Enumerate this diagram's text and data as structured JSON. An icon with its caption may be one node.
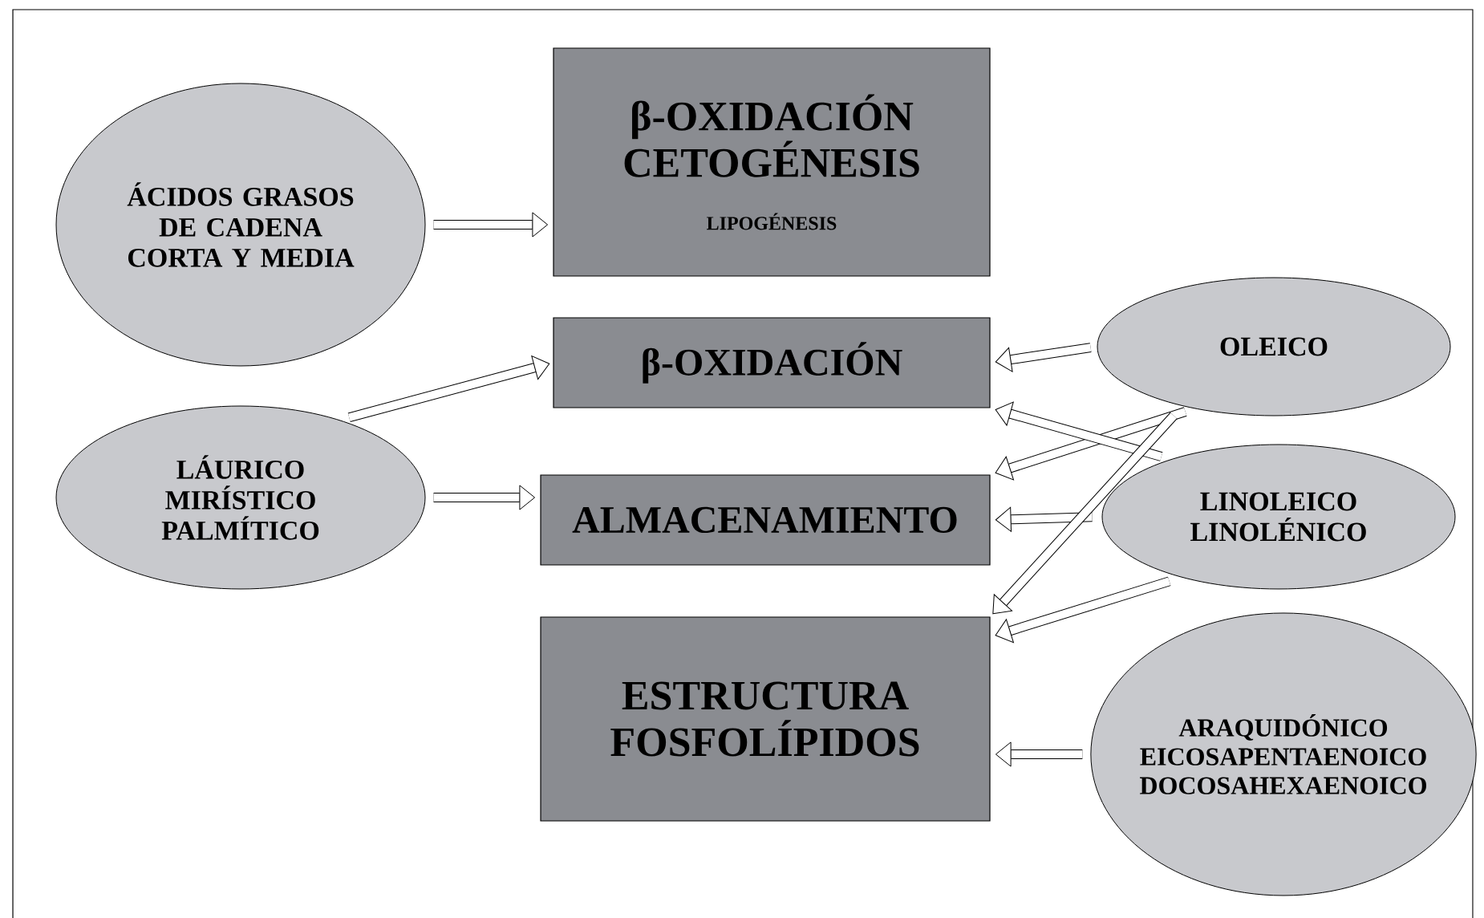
{
  "diagram": {
    "nodes": [
      {
        "text": [
          "ÁCIDOS GRASOS DE CADENA CORTA Y MEDIA"
        ]
      },
      {
        "text": [
          "β-OXIDACIÓN CETOGÉNESIS",
          "LIPOGÉNESIS"
        ]
      },
      {
        "text": [
          "β-OXIDACIÓN"
        ]
      },
      {
        "text": [
          "OLEICO"
        ]
      },
      {
        "text": [
          "LÁURICO MIRÍSTICO PALMÍTICO"
        ]
      },
      {
        "text": [
          "ALMACENAMIENTO"
        ]
      },
      {
        "text": [
          "LINOLEICO LINOLÉNICO"
        ]
      },
      {
        "text": [
          "ESTRUCTURA FOSFOLÍPIDOS"
        ]
      },
      {
        "text": [
          "ARAQUIDÓNICO EICOSAPENTAENOICO DOCOSAHEXAENOICO"
        ]
      }
    ],
    "edges": [
      {
        "from": 0,
        "to": 1,
        "arrow": "to"
      },
      {
        "from": 4,
        "to": 2,
        "arrow": "to"
      },
      {
        "from": 4,
        "to": 5,
        "arrow": "to"
      },
      {
        "from": 3,
        "to": 2,
        "arrow": "to"
      },
      {
        "from": 3,
        "to": 5,
        "arrow": "to"
      },
      {
        "from": 6,
        "to": 2,
        "arrow": "to"
      },
      {
        "from": 6,
        "to": 5,
        "arrow": "to"
      },
      {
        "from": 3,
        "to": 7,
        "arrow": "to"
      },
      {
        "from": 6,
        "to": 7,
        "arrow": "to"
      },
      {
        "from": 8,
        "to": 7,
        "arrow": "to"
      }
    ]
  }
}
